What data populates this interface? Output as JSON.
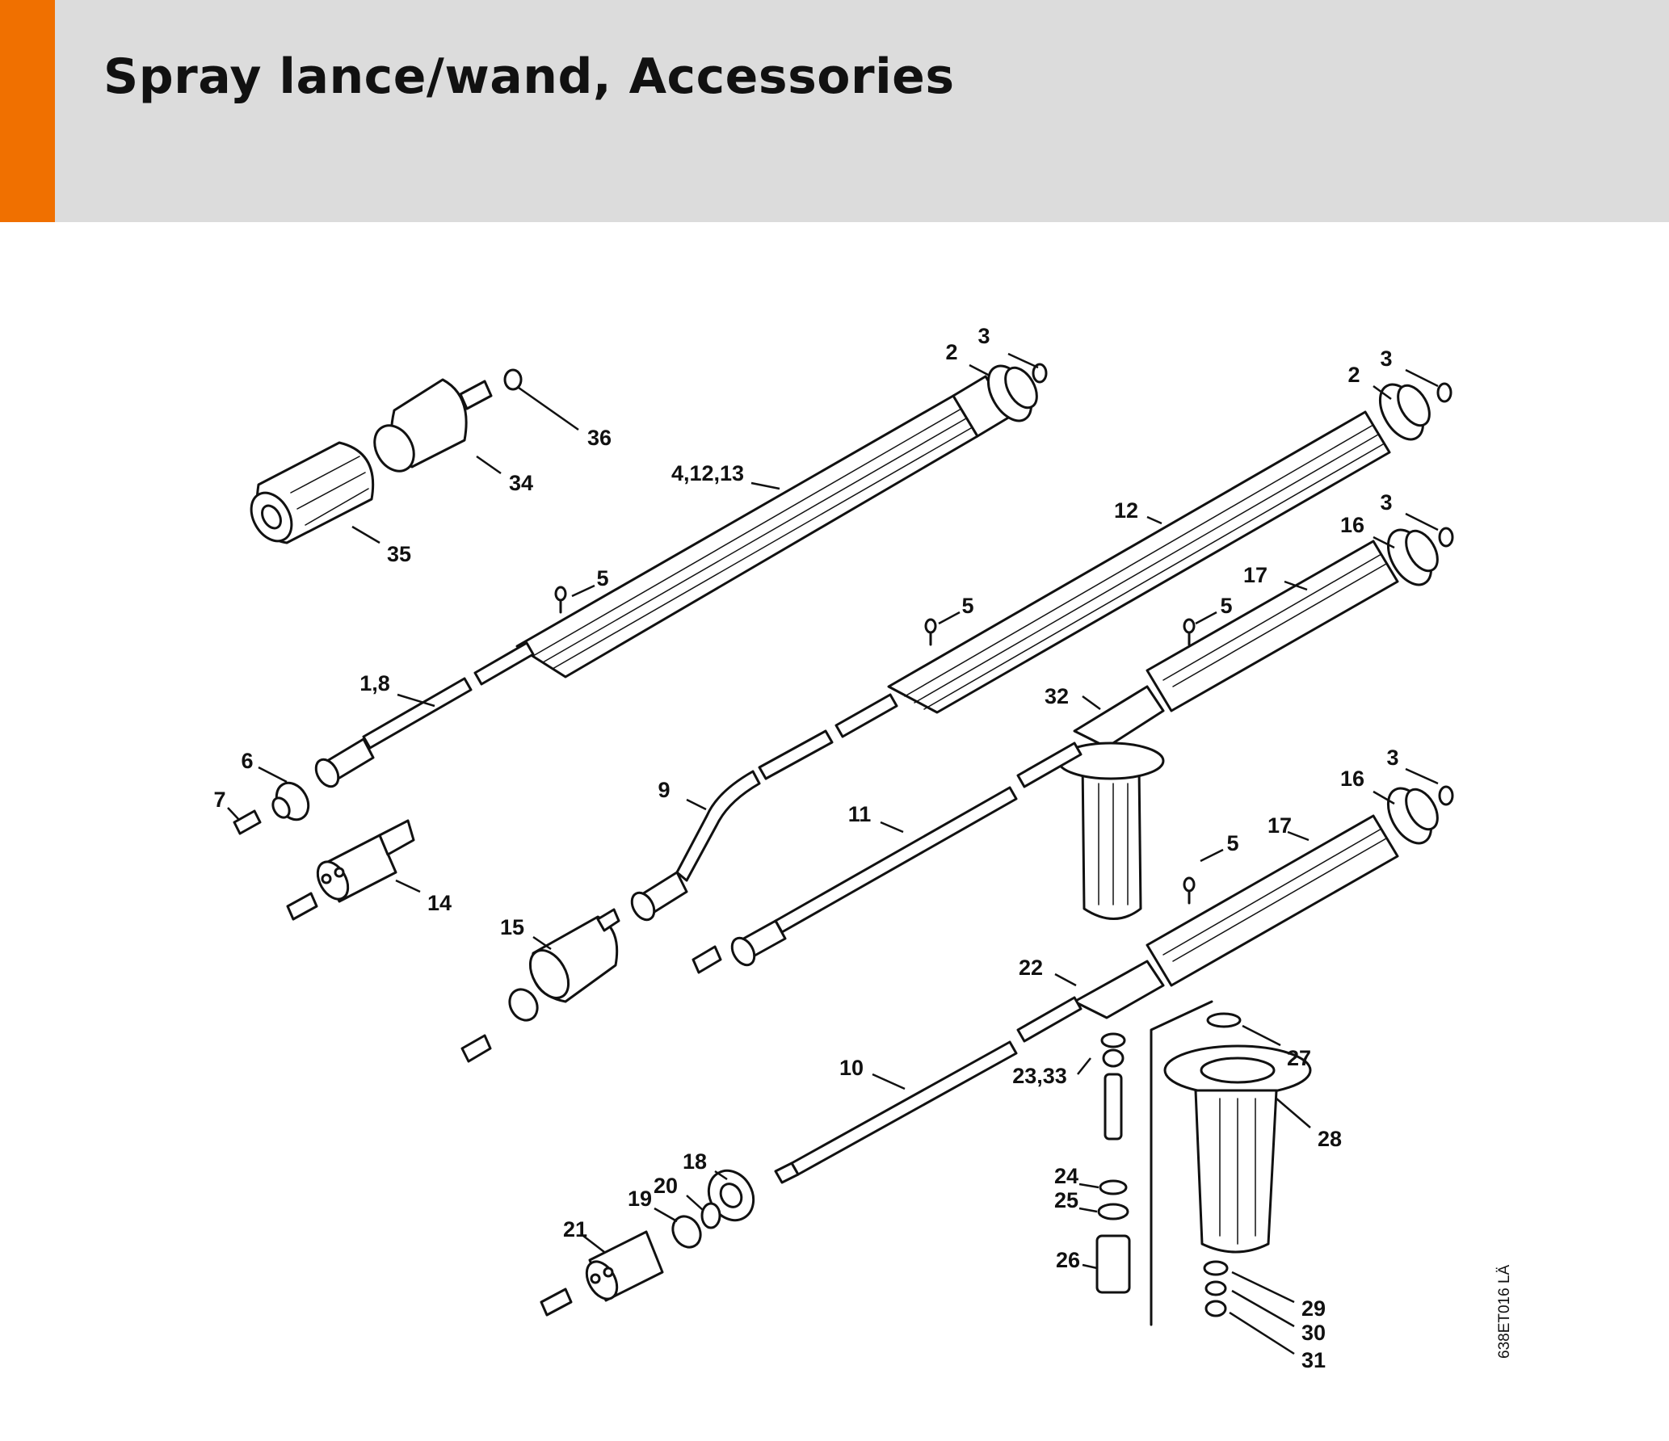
{
  "header": {
    "title": "Spray lance/wand, Accessories",
    "accent_color": "#f07000",
    "band_color": "#dcdcdc"
  },
  "diagram": {
    "drawing_code": "638ET016 LÄ",
    "part_labels": {
      "p3a": "3",
      "p2a": "2",
      "p36": "36",
      "p34": "34",
      "p35": "35",
      "p4_12_13": "4,12,13",
      "p5a": "5",
      "p1_8": "1,8",
      "p6": "6",
      "p7": "7",
      "p14": "14",
      "p3b": "3",
      "p2b": "2",
      "p12": "12",
      "p3c": "3",
      "p16a": "16",
      "p17a": "17",
      "p5b": "5",
      "p5c": "5",
      "p32": "32",
      "p9": "9",
      "p11": "11",
      "p15": "15",
      "p3d": "3",
      "p16b": "16",
      "p17b": "17",
      "p5d": "5",
      "p22": "22",
      "p27": "27",
      "p23_33": "23,33",
      "p10": "10",
      "p28": "28",
      "p18": "18",
      "p20": "20",
      "p19": "19",
      "p21": "21",
      "p24": "24",
      "p25": "25",
      "p26": "26",
      "p29": "29",
      "p30": "30",
      "p31": "31"
    }
  }
}
